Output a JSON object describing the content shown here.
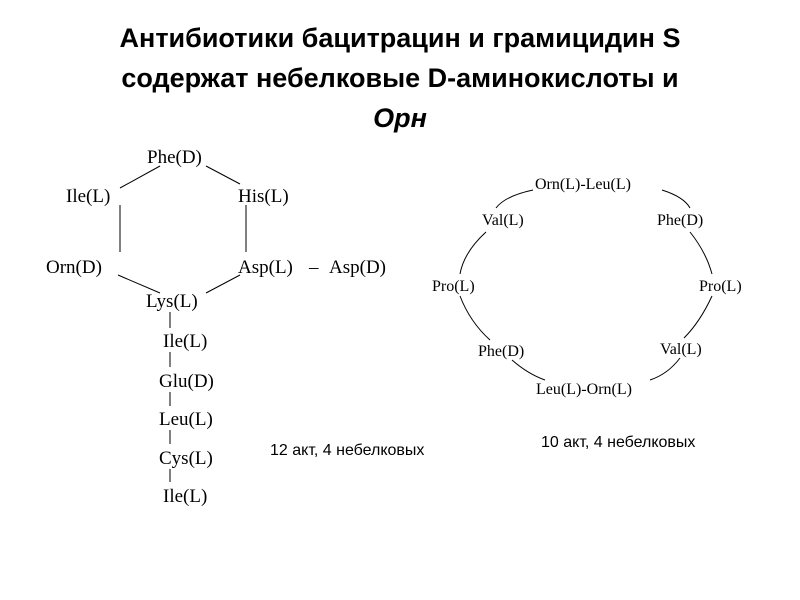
{
  "title": {
    "line1": "Антибиотики бацитрацин и грамицидин S",
    "line2": "содержат небелковые D-аминокислоты и",
    "line3": "Орн"
  },
  "bacitracin": {
    "ring": {
      "top": "Phe(D)",
      "upper_left": "Ile(L)",
      "upper_right": "His(L)",
      "lower_left": "Orn(D)",
      "lower_right": "Asp(L)",
      "bottom": "Lys(L)"
    },
    "branch": {
      "bond": "–",
      "residue": "Asp(D)"
    },
    "tail": [
      "Ile(L)",
      "Glu(D)",
      "Leu(L)",
      "Cys(L)",
      "Ile(L)"
    ],
    "caption": "12 акт, 4 небелковых"
  },
  "gramicidin": {
    "residues": {
      "top": "Orn(L)-Leu(L)",
      "upper_right": "Phe(D)",
      "right": "Pro(L)",
      "lower_right": "Val(L)",
      "bottom": "Leu(L)-Orn(L)",
      "lower_left": "Phe(D)",
      "left": "Pro(L)",
      "upper_left": "Val(L)"
    },
    "caption": "10 акт, 4 небелковых"
  }
}
